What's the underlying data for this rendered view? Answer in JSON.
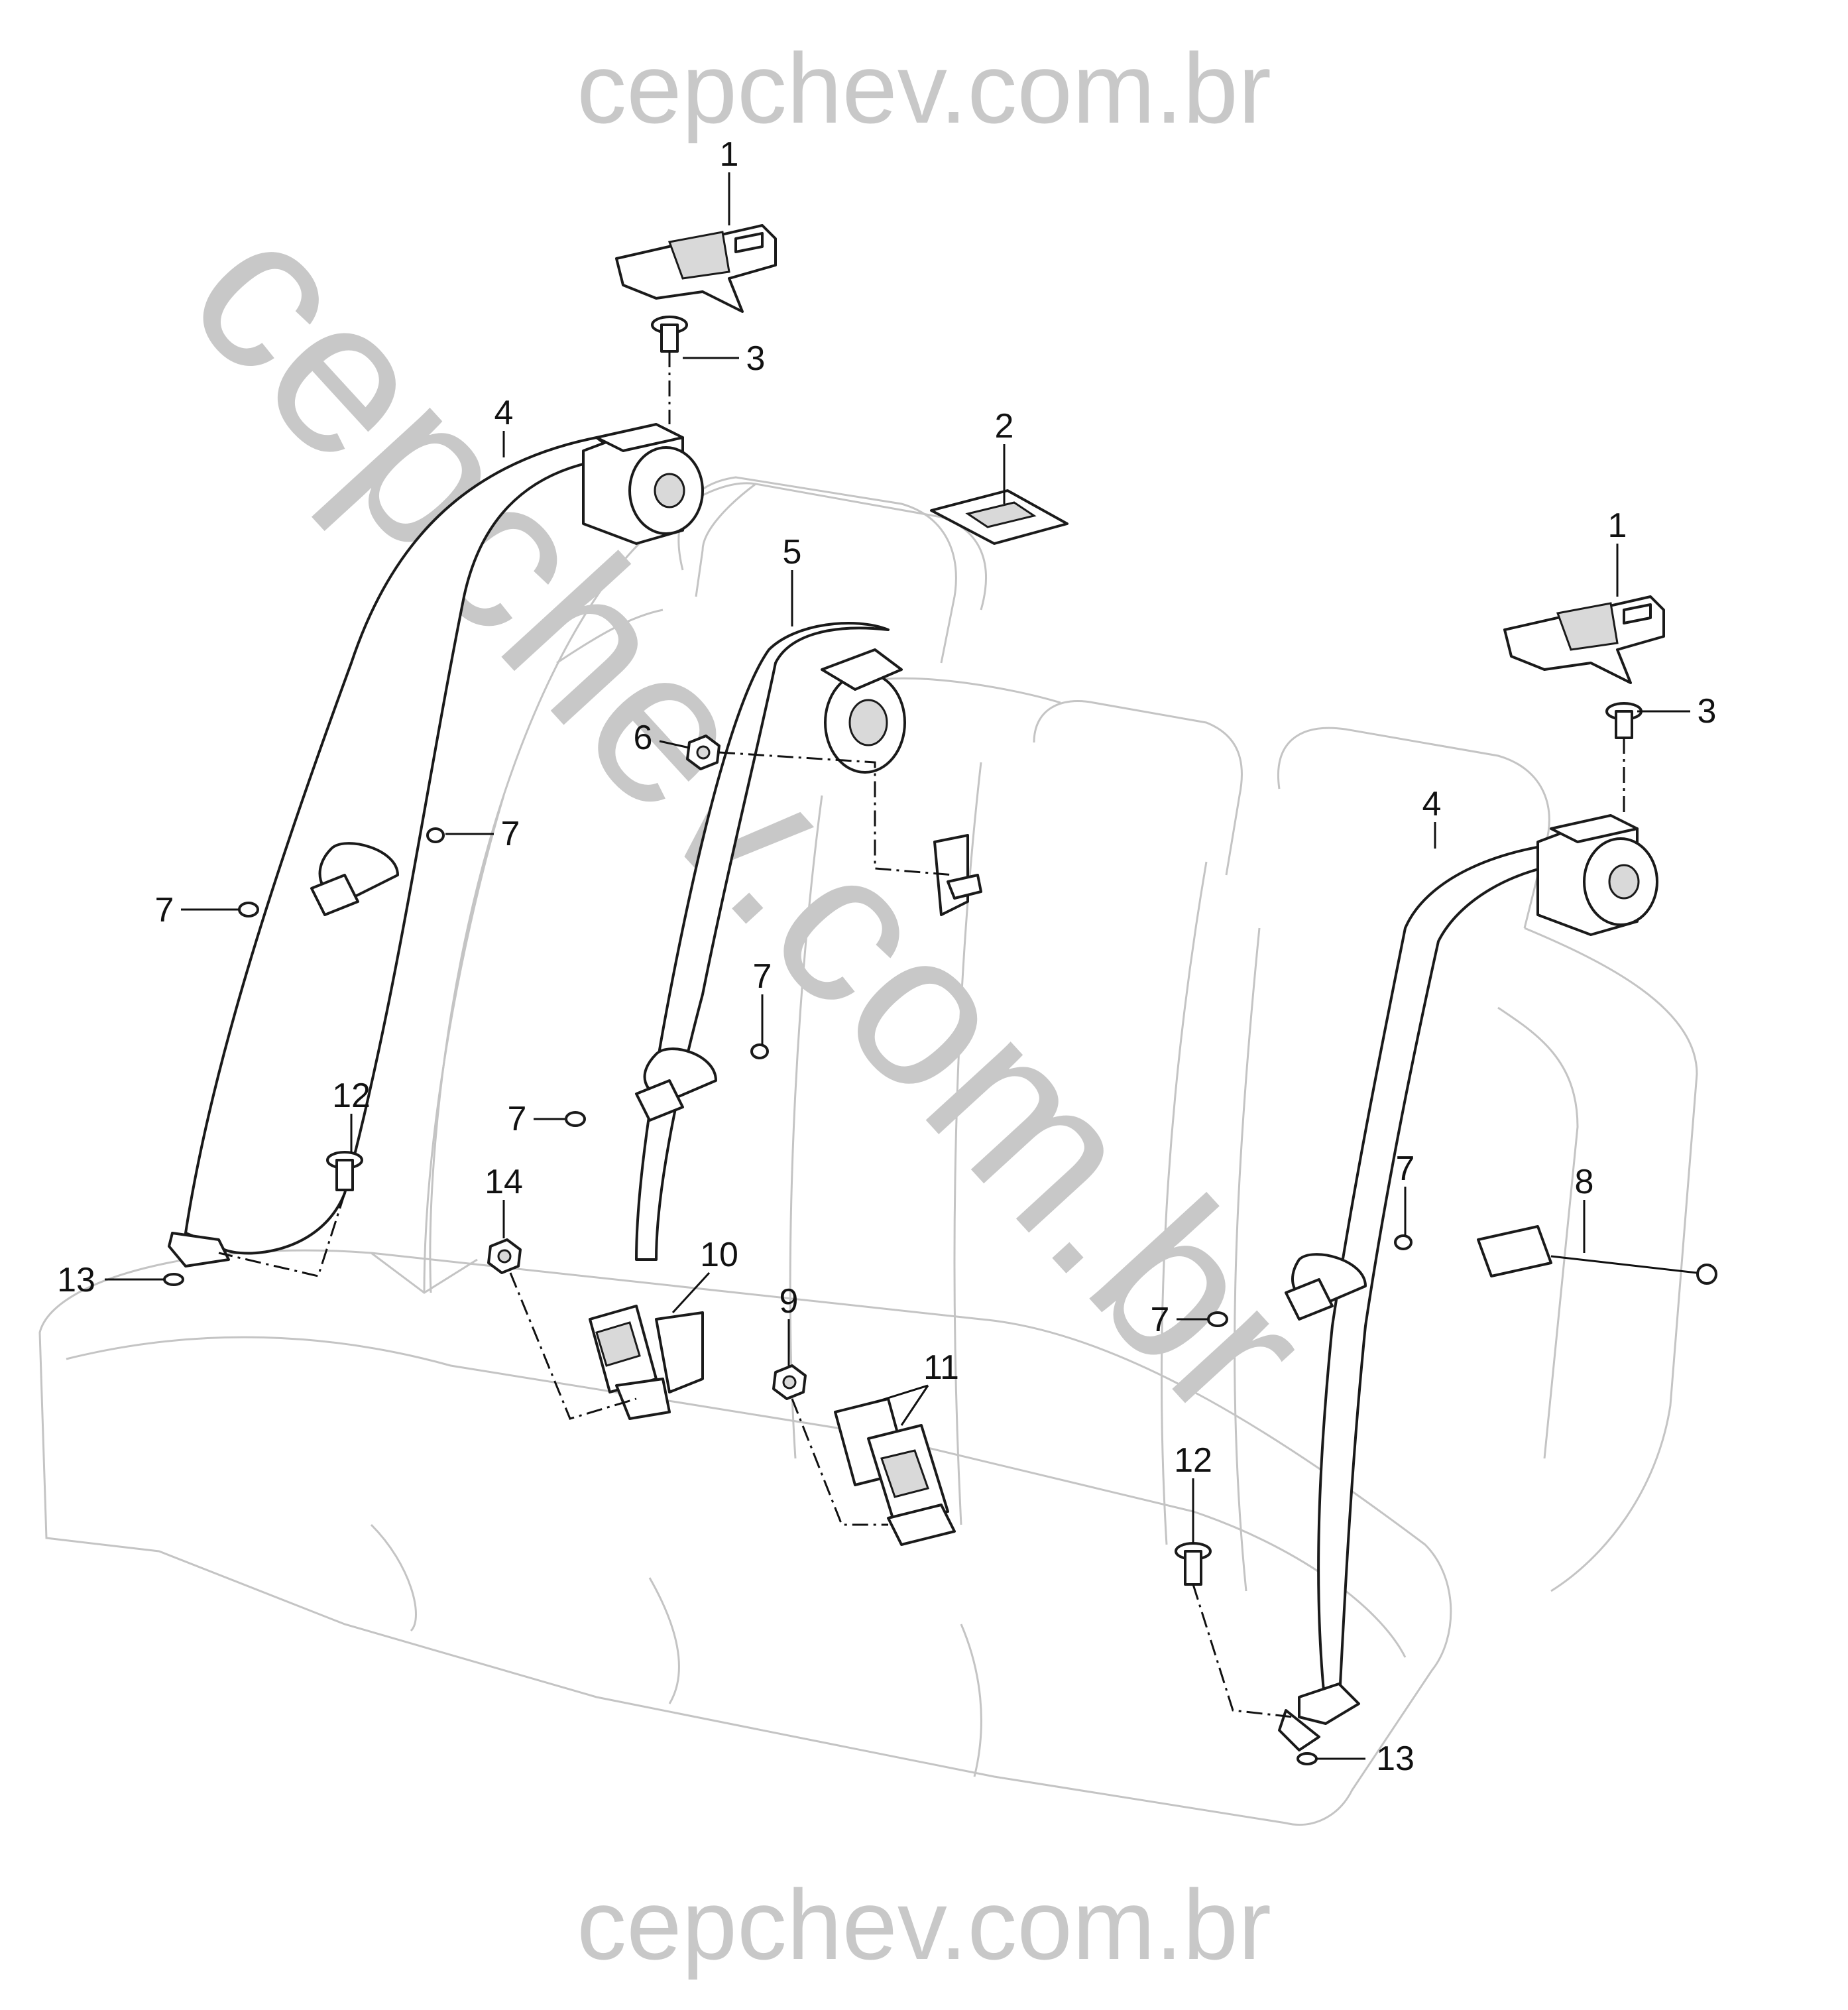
{
  "watermark": {
    "top": "cepchev.com.br",
    "bottom": "cepchev.com.br",
    "diagonal": "cepchev.com.br",
    "color": "#c8c8c8"
  },
  "callouts": [
    {
      "id": "c1a",
      "label": "1"
    },
    {
      "id": "c1b",
      "label": "1"
    },
    {
      "id": "c2",
      "label": "2"
    },
    {
      "id": "c3a",
      "label": "3"
    },
    {
      "id": "c3b",
      "label": "3"
    },
    {
      "id": "c4a",
      "label": "4"
    },
    {
      "id": "c4b",
      "label": "4"
    },
    {
      "id": "c5",
      "label": "5"
    },
    {
      "id": "c6",
      "label": "6"
    },
    {
      "id": "c7a",
      "label": "7"
    },
    {
      "id": "c7b",
      "label": "7"
    },
    {
      "id": "c7c",
      "label": "7"
    },
    {
      "id": "c7d",
      "label": "7"
    },
    {
      "id": "c7e",
      "label": "7"
    },
    {
      "id": "c7f",
      "label": "7"
    },
    {
      "id": "c8",
      "label": "8"
    },
    {
      "id": "c9",
      "label": "9"
    },
    {
      "id": "c10",
      "label": "10"
    },
    {
      "id": "c11",
      "label": "11"
    },
    {
      "id": "c12a",
      "label": "12"
    },
    {
      "id": "c12b",
      "label": "12"
    },
    {
      "id": "c13a",
      "label": "13"
    },
    {
      "id": "c13b",
      "label": "13"
    },
    {
      "id": "c14",
      "label": "14"
    }
  ],
  "icons": {
    "retractor": "seatbelt-retractor-icon",
    "buckle": "seatbelt-buckle-icon",
    "bolt": "bolt-icon",
    "nut": "nut-icon",
    "clip": "clip-icon"
  }
}
